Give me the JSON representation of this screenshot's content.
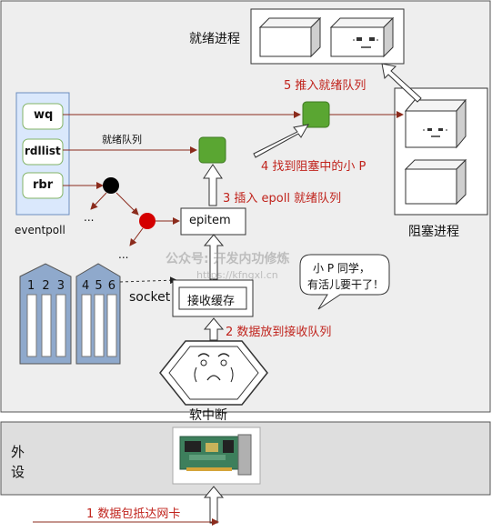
{
  "labels": {
    "ready_process": "就绪进程",
    "blocked_process": "阻塞进程",
    "eventpoll": "eventpoll",
    "wq": "wq",
    "rdllist": "rdllist",
    "rbr": "rbr",
    "ready_queue": "就绪队列",
    "ellipsis": "...",
    "epitem": "epitem",
    "socket": "socket",
    "recv_buffer": "接收缓存",
    "soft_irq": "软中断",
    "peripheral": "外\n设",
    "building_1": "1 2 3",
    "building_2": "4 5 6",
    "bubble_line1": "小 P 同学，",
    "bubble_line2": "有活儿要干了！"
  },
  "steps": {
    "step1": "1 数据包抵达网卡",
    "step2": "2 数据放到接收队列",
    "step3": "3 插入 epoll 就绪队列",
    "step4": "4 找到阻塞中的小 P",
    "step5": "5 推入就绪队列"
  },
  "watermark": {
    "line1": "公众号: 开发内功修炼",
    "line2": "https://kfngxl.cn"
  },
  "colors": {
    "panel": "#eeeeee",
    "arrow": "#8b2b1c",
    "step_text": "#c0231c",
    "green": "#5aa632",
    "red_node": "#d40000",
    "eventpoll_box": "#dae8fc"
  }
}
